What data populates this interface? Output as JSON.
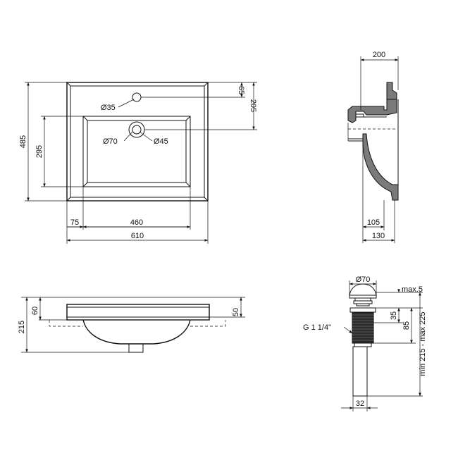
{
  "top_view": {
    "dim_width_total": "610",
    "dim_bowl_width": "460",
    "dim_left_offset": "75",
    "dim_depth_total": "485",
    "dim_bowl_depth": "295",
    "dim_tap_hole_offset": "65",
    "dim_drain_offset": "205",
    "dim_tap_hole": "Ø35",
    "dim_drain_outer": "Ø70",
    "dim_drain_inner": "Ø45"
  },
  "side_view": {
    "dim_depth": "200",
    "dim_bottom_a": "105",
    "dim_bottom_b": "130"
  },
  "front_view": {
    "dim_left_rim": "60",
    "dim_left_height": "215",
    "dim_right_rim": "50"
  },
  "drain_view": {
    "dim_cap": "Ø70",
    "dim_max": "max.5",
    "dim_35": "35",
    "dim_85": "85",
    "dim_range": "min 215 - max 225",
    "thread_label": "G 1 1/4\"",
    "dim_pipe": "32"
  }
}
